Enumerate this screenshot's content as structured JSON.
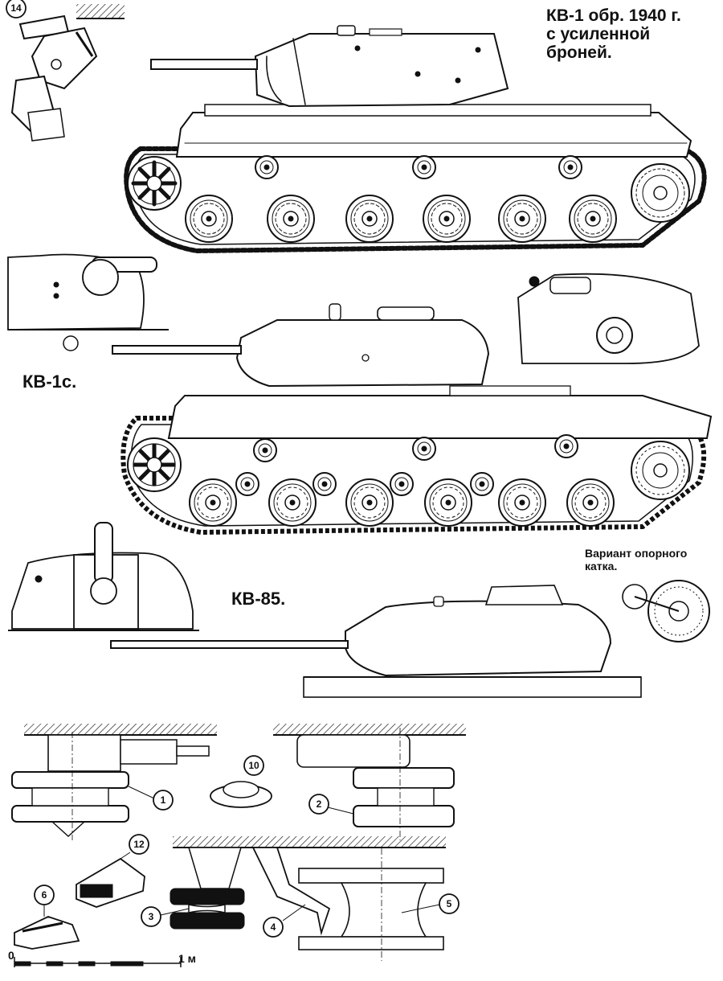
{
  "labels": {
    "kv1_title": "КВ-1 обр. 1940 г.\nс усиленной\nброней.",
    "kv1s_title": "КВ-1с.",
    "kv85_title": "КВ-85.",
    "wheel_variant_note": "Вариант опорного\nкатка.",
    "scale_zero": "0",
    "scale_one": "1 м"
  },
  "callouts": [
    "14",
    "10",
    "1",
    "2",
    "12",
    "6",
    "3",
    "4",
    "5"
  ],
  "colors": {
    "ink": "#111111",
    "paper": "#ffffff",
    "hatch": "#222222"
  }
}
